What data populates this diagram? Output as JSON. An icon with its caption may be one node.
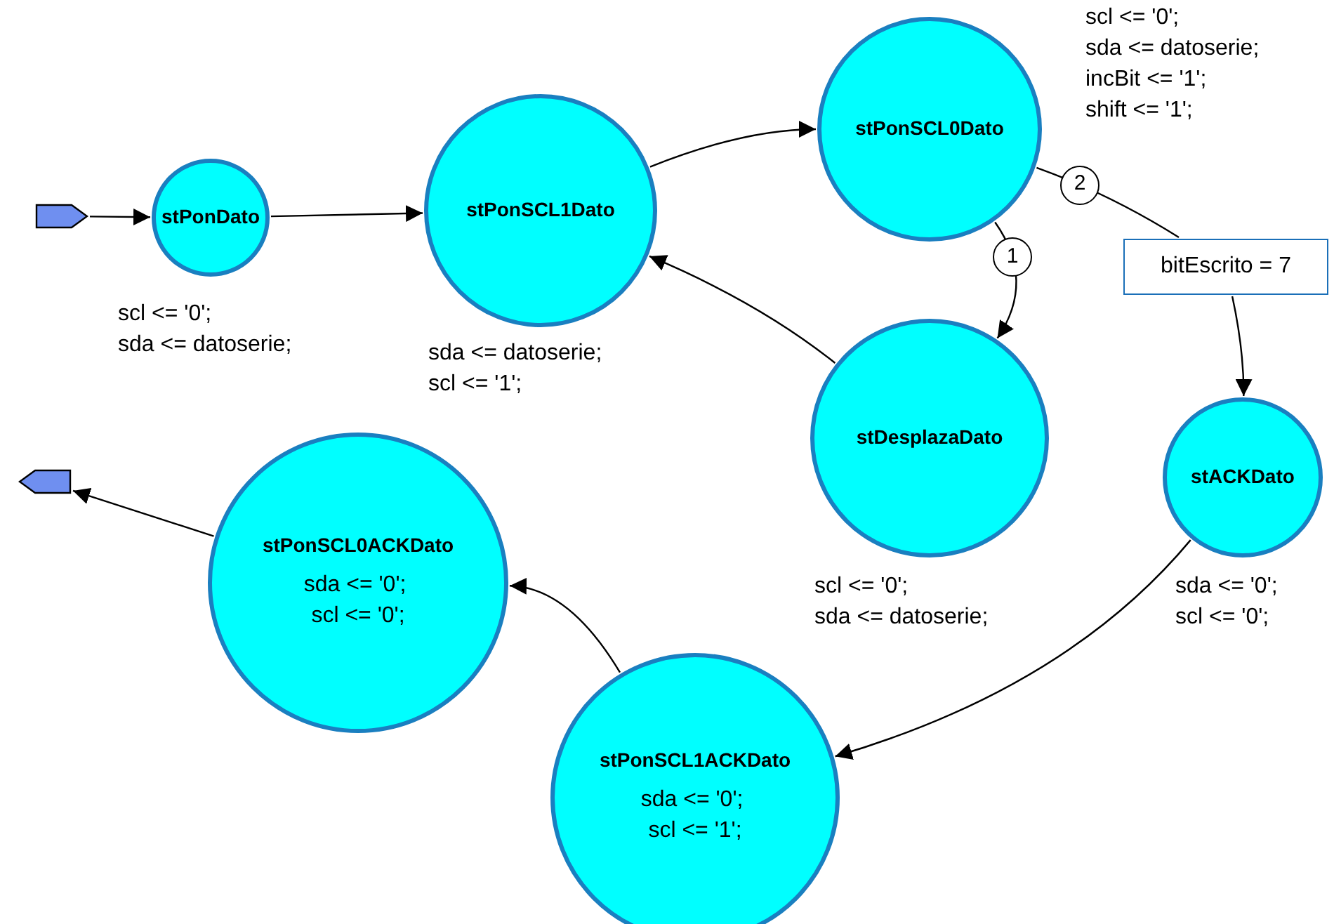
{
  "diagram": {
    "nodes": [
      {
        "text": [],
        "shape": "box"
      },
      {
        "text": [
          "stPonDato"
        ],
        "beside": [
          "scl <= '0'; sda <= datoserie;"
        ]
      },
      {
        "text": [
          "stPonSCL1Dato"
        ],
        "beside": [
          "sda <= datoserie; scl <= '1';"
        ]
      },
      {
        "text": [
          "stPonSCL0Dato"
        ],
        "beside": [
          "scl <= '0'; sda <= datoserie; incBit <= '1'; shift <= '1';"
        ]
      },
      {
        "text": [
          "stDesplazaDato"
        ],
        "beside": [
          "scl <= '0'; sda <= datoserie;"
        ]
      },
      {
        "text": [
          "bitEscrito = 7"
        ]
      },
      {
        "text": [
          "stACKDato"
        ],
        "beside": [
          "sda <= '0'; scl <= '0';"
        ]
      },
      {
        "text": [
          "stPonSCL0ACKDato",
          "sda <= '0'; scl <= '0';"
        ]
      },
      {
        "text": [
          "stPonSCL1ACKDato",
          "sda <= '0'; scl <= '1';"
        ]
      },
      {
        "text": [],
        "shape": "box"
      }
    ],
    "edges": [
      {
        "from": 0,
        "to": 1,
        "arrow": "to"
      },
      {
        "from": 1,
        "to": 2,
        "arrow": "to"
      },
      {
        "from": 2,
        "to": 3,
        "arrow": "to"
      },
      {
        "from": 3,
        "to": 4,
        "arrow": "to",
        "label": "1"
      },
      {
        "from": 4,
        "to": 2,
        "arrow": "to"
      },
      {
        "from": 3,
        "to": 5,
        "arrow": "none",
        "label": "2"
      },
      {
        "from": 5,
        "to": 6,
        "arrow": "to"
      },
      {
        "from": 6,
        "to": 8,
        "arrow": "to"
      },
      {
        "from": 8,
        "to": 7,
        "arrow": "to"
      },
      {
        "from": 7,
        "to": 9,
        "arrow": "to"
      }
    ]
  }
}
